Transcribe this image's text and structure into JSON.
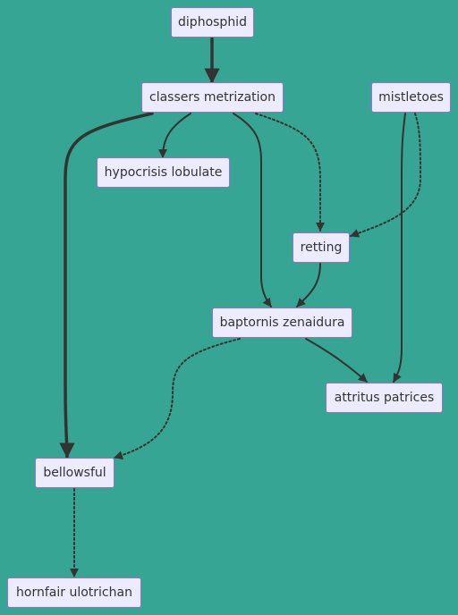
{
  "diagram": {
    "colors": {
      "background": "#36a593",
      "node_fill": "#ececfe",
      "node_border": "#9370db",
      "edge": "#333333",
      "text": "#333333"
    },
    "nodes": {
      "diphosphid": "diphosphid",
      "classers_metrization": "classers metrization",
      "mistletoes": "mistletoes",
      "hypocrisis_lobulate": "hypocrisis lobulate",
      "retting": "retting",
      "baptornis_zenaidura": "baptornis zenaidura",
      "attritus_patrices": "attritus patrices",
      "bellowsful": "bellowsful",
      "hornfair_ulotrichan": "hornfair ulotrichan"
    },
    "edges": [
      {
        "from": "diphosphid",
        "to": "classers metrization",
        "style": "thick"
      },
      {
        "from": "classers metrization",
        "to": "hypocrisis lobulate",
        "style": "solid"
      },
      {
        "from": "classers metrization",
        "to": "bellowsful",
        "style": "thick"
      },
      {
        "from": "classers metrization",
        "to": "baptornis zenaidura",
        "style": "solid"
      },
      {
        "from": "classers metrization",
        "to": "retting",
        "style": "dotted"
      },
      {
        "from": "mistletoes",
        "to": "retting",
        "style": "dotted"
      },
      {
        "from": "mistletoes",
        "to": "attritus patrices",
        "style": "solid"
      },
      {
        "from": "retting",
        "to": "baptornis zenaidura",
        "style": "solid"
      },
      {
        "from": "baptornis zenaidura",
        "to": "attritus patrices",
        "style": "solid"
      },
      {
        "from": "baptornis zenaidura",
        "to": "bellowsful",
        "style": "dotted"
      },
      {
        "from": "bellowsful",
        "to": "hornfair ulotrichan",
        "style": "dotted"
      }
    ]
  }
}
